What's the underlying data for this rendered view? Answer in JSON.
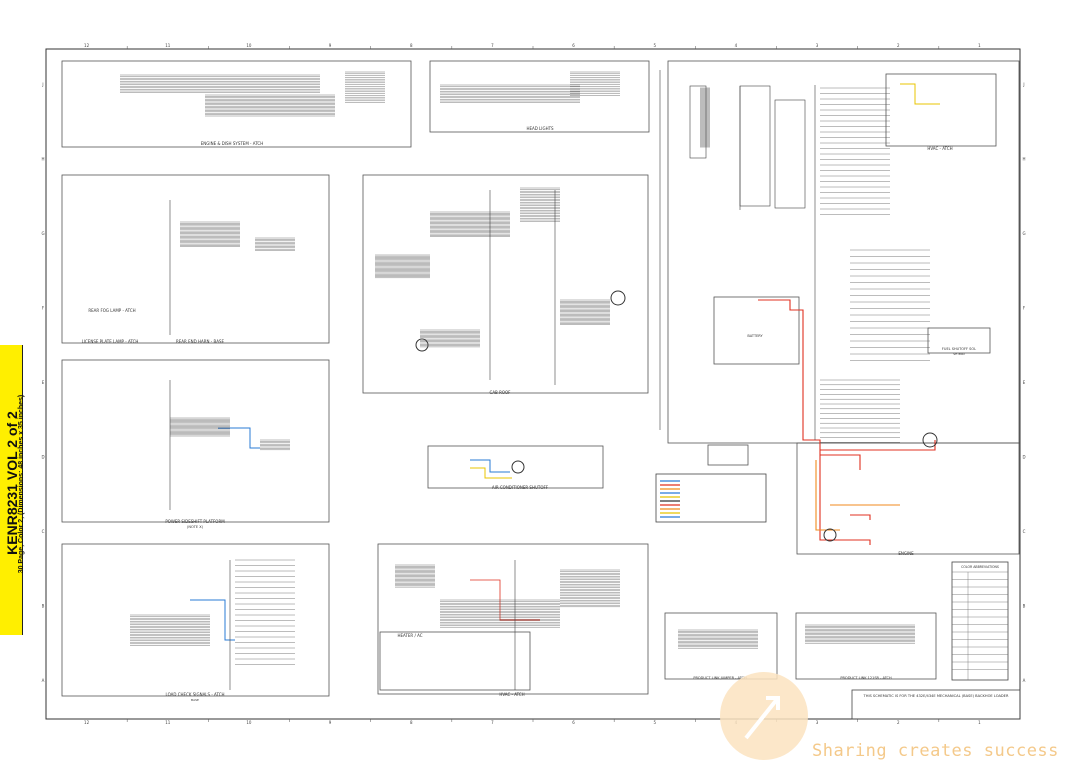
{
  "side_tab": {
    "title": "KENR8231 VOL 2 of 2",
    "subtitle": "30 Page, Color 2, (Dimensions: 48 inches x 35 inches)"
  },
  "watermark": {
    "text": "Sharing creates success"
  },
  "sections": {
    "engine_system": "ENGINE & DISH SYSTEM - ATCH",
    "head_lights": "HEAD LIGHTS",
    "hvac_atch_top": "HVAC - ATCH",
    "license_plate": "LICENSE PLATE LAMP - ATCH",
    "rear_end_hars": "REAR END HARN - BASE",
    "rear_fog": "REAR FOG LAMP - ATCH",
    "cab_roof": "CAB ROOF",
    "battery": "BATTERY",
    "power_slide_plattform": "POWER SIDESHIFT PLATFORM",
    "power_slide_note": "(NOTE X)",
    "air_cond": "AIR CONDITIONER SHUTOFF",
    "fuel_shutoff": "FUEL SHUTOFF SOL",
    "fuel_shutoff_sub": "SH 8ND",
    "engine": "ENGINE",
    "load_check": "LOAD CHECK SIGNALS - ATCH",
    "load_check_sub": "BASE",
    "hvac_bottom": "HVAC - ATCH",
    "heater": "HEATER / AC",
    "product_link": "PRODUCT LINK JUMPER - ATCH",
    "product_link2": "PRODUCT LINK 121SR - ATCH",
    "color_table_title": "COLOR ABBREVIATIONS",
    "title_block": "THIS SCHEMATIC IS FOR THE 432E/434E MECHANICAL (BASE) BACKHOE LOADER"
  },
  "column_markers": [
    "12",
    "11",
    "10",
    "9",
    "8",
    "7",
    "6",
    "5",
    "4",
    "3",
    "2",
    "1"
  ],
  "row_markers": [
    "J",
    "H",
    "G",
    "F",
    "E",
    "D",
    "C",
    "B",
    "A"
  ],
  "colors": {
    "tab": "#ffef00",
    "watermark": "#f4c98a",
    "wire_red": "#e03020",
    "wire_orange": "#f08a1c",
    "wire_blue": "#2a7bd6",
    "wire_yellow": "#e8c400",
    "line": "#333333"
  }
}
